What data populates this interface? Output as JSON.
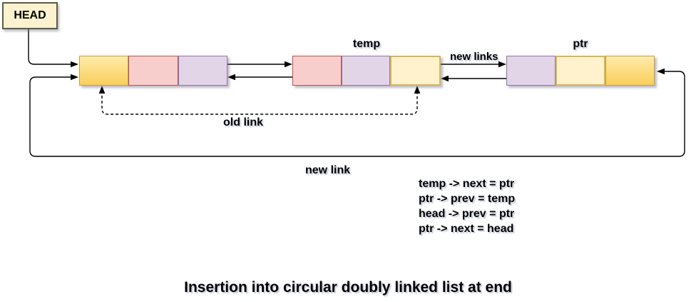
{
  "head_box": {
    "label": "HEAD"
  },
  "labels": {
    "temp": "temp",
    "ptr": "ptr",
    "new_links": "new links",
    "old_link": "old link",
    "new_link": "new link"
  },
  "code": {
    "lines": [
      "temp -> next = ptr",
      "ptr -> prev = temp",
      "head -> prev = ptr",
      "ptr -> next = head"
    ]
  },
  "title": "Insertion into circular doubly linked list at end",
  "colors": {
    "gold-top": "#FFEBAC",
    "gold-bottom": "#F9CF5B",
    "gold-border": "#C79E38",
    "pink": "#F8CECC",
    "pink-border": "#B85450",
    "purple": "#E1D5E7",
    "purple-border": "#9673A6",
    "cream": "#FFF2CC",
    "cream-border": "#D6B656",
    "head-fill": "#FCF2CF",
    "head-border": "#5C5C44",
    "line": "#000000"
  },
  "nodes": [
    {
      "name": "first-node",
      "cells": [
        "gold",
        "pink",
        "purple"
      ]
    },
    {
      "name": "temp-node",
      "cells": [
        "pink",
        "purple",
        "cream"
      ]
    },
    {
      "name": "ptr-node",
      "cells": [
        "purple",
        "cream",
        "gold"
      ]
    }
  ]
}
